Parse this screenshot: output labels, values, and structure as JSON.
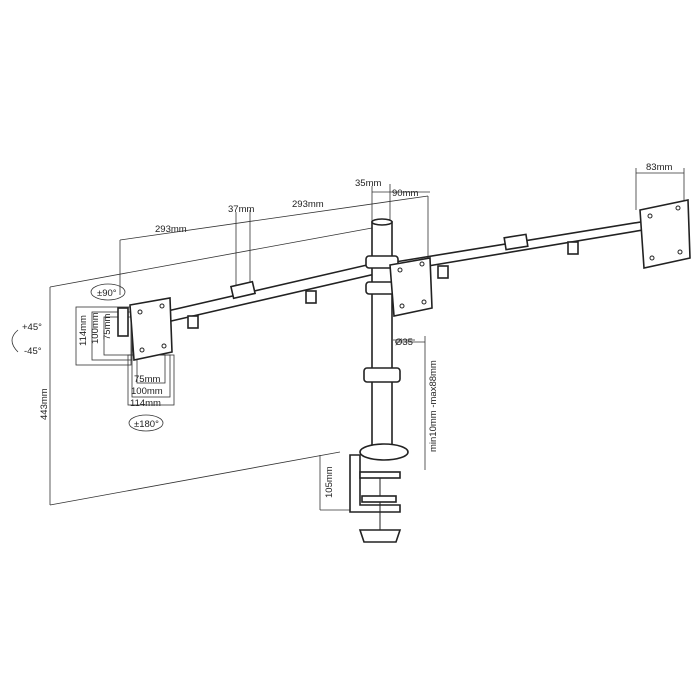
{
  "dimensions": {
    "vesa_width_right": "83mm",
    "pole_offset": "35mm",
    "arm_offset": "90mm",
    "joint_width": "37mm",
    "arm_left_length": "293mm",
    "arm_right_length": "293mm",
    "rotation": "±90°",
    "tilt_up": "+45°",
    "tilt_down": "-45°",
    "vesa_h_114": "114mm",
    "vesa_h_100": "100mm",
    "vesa_h_75": "75mm",
    "height_total": "443mm",
    "pole_diameter": "Ø35",
    "vesa_w_75": "75mm",
    "vesa_w_100": "100mm",
    "vesa_w_114": "114mm",
    "swivel": "±180°",
    "desk_thickness": "min10mm -max88mm",
    "clamp_height": "105mm"
  }
}
